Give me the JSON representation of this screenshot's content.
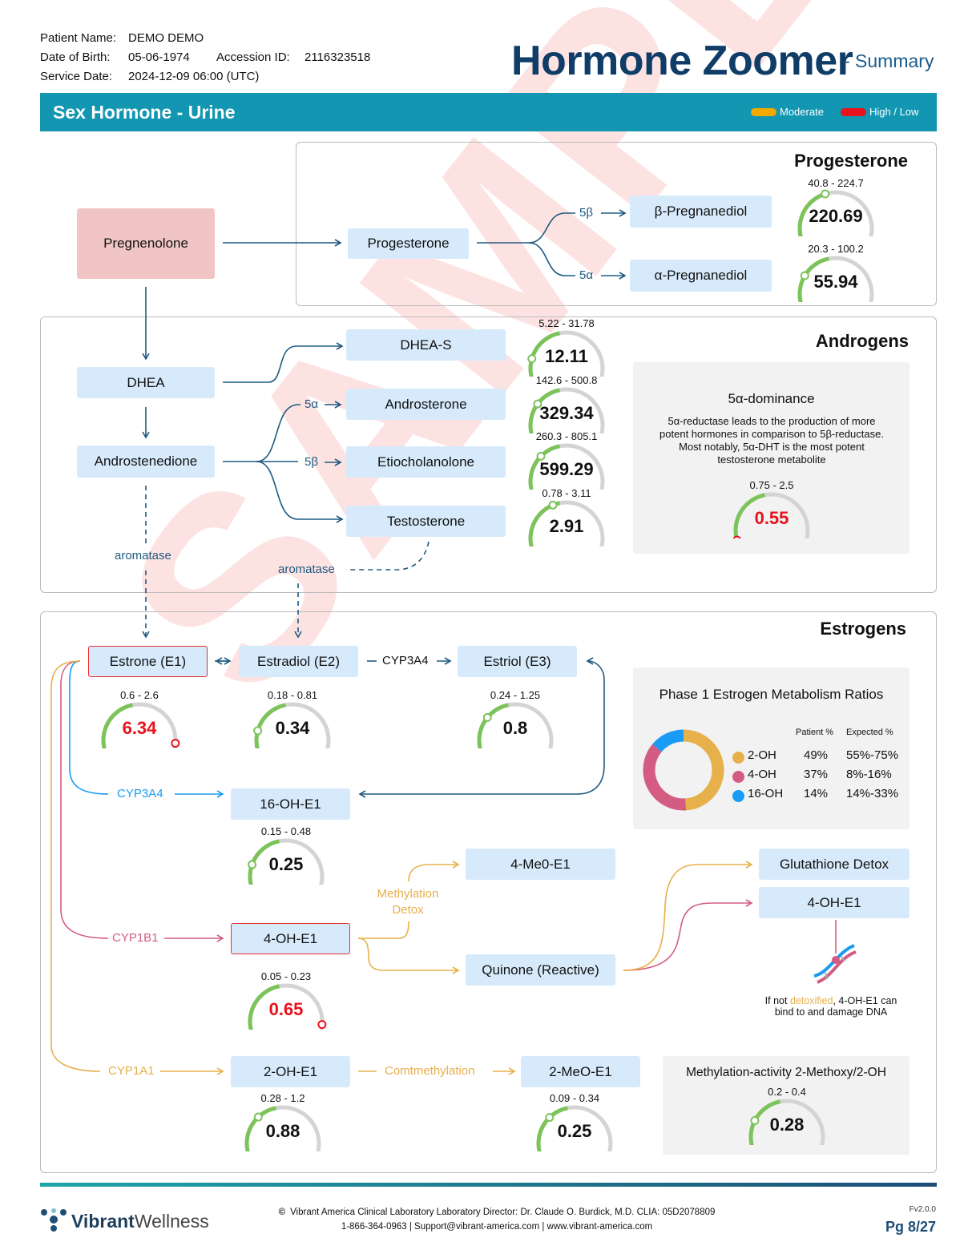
{
  "header": {
    "patient_name_label": "Patient Name:",
    "patient_name": "DEMO DEMO",
    "dob_label": "Date of Birth:",
    "dob": "05-06-1974",
    "accession_label": "Accession ID:",
    "accession": "2116323518",
    "service_label": "Service Date:",
    "service_date": "2024-12-09 06:00 (UTC)",
    "title": "Hormone Zoomer",
    "subtitle": "- Summary"
  },
  "banner": {
    "title": "Sex Hormone - Urine",
    "legend": [
      {
        "label": "Moderate",
        "color": "#f2a900"
      },
      {
        "label": "High / Low",
        "color": "#e8111c"
      }
    ]
  },
  "sections": {
    "progesterone": "Progesterone",
    "androgens": "Androgens",
    "estrogens": "Estrogens"
  },
  "nodes": {
    "pregnenolone": "Pregnenolone",
    "progesterone": "Progesterone",
    "b_pregnanediol": "β-Pregnanediol",
    "a_pregnanediol": "α-Pregnanediol",
    "dhea": "DHEA",
    "androstenedione": "Androstenedione",
    "dhea_s": "DHEA-S",
    "androsterone": "Androsterone",
    "etiocholanolone": "Etiocholanolone",
    "testosterone": "Testosterone",
    "estrone": "Estrone (E1)",
    "estradiol": "Estradiol (E2)",
    "estriol": "Estriol (E3)",
    "oh16_e1": "16-OH-E1",
    "meo4_e1": "4-Me0-E1",
    "glutathione": "Glutathione Detox",
    "oh4_e1_right": "4-OH-E1",
    "oh4_e1": "4-OH-E1",
    "quinone": "Quinone (Reactive)",
    "oh2_e1": "2-OH-E1",
    "meo2_e1": "2-MeO-E1"
  },
  "labels": {
    "five_beta": "5β",
    "five_alpha": "5α",
    "aromatase": "aromatase",
    "cyp3a4": "CYP3A4",
    "cyp1b1": "CYP1B1",
    "cyp1a1": "CYP1A1",
    "methylation_detox_1": "Methylation",
    "methylation_detox_2": "Detox",
    "comtmethylation": "Comtmethylation",
    "dna_note_1": "If not ",
    "dna_note_detox": "detoxified",
    "dna_note_2": ", 4-OH-E1 can",
    "dna_note_3": "bind to and damage DNA"
  },
  "gauges": {
    "b_pregnanediol": {
      "range": "40.8 - 224.7",
      "low": 40.8,
      "high": 224.7,
      "value": "220.69"
    },
    "a_pregnanediol": {
      "range": "20.3 - 100.2",
      "low": 20.3,
      "high": 100.2,
      "value": "55.94"
    },
    "dhea_s": {
      "range": "5.22 - 31.78",
      "low": 5.22,
      "high": 31.78,
      "value": "12.11"
    },
    "androsterone": {
      "range": "142.6 - 500.8",
      "low": 142.6,
      "high": 500.8,
      "value": "329.34"
    },
    "etiocholanolone": {
      "range": "260.3 - 805.1",
      "low": 260.3,
      "high": 805.1,
      "value": "599.29"
    },
    "testosterone": {
      "range": "0.78 - 3.11",
      "low": 0.78,
      "high": 3.11,
      "value": "2.91"
    },
    "five_a_dominance": {
      "range": "0.75 - 2.5",
      "low": 0.75,
      "high": 2.5,
      "value": "0.55"
    },
    "estrone": {
      "range": "0.6 - 2.6",
      "low": 0.6,
      "high": 2.6,
      "value": "6.34"
    },
    "estradiol": {
      "range": "0.18 - 0.81",
      "low": 0.18,
      "high": 0.81,
      "value": "0.34"
    },
    "estriol": {
      "range": "0.24 - 1.25",
      "low": 0.24,
      "high": 1.25,
      "value": "0.8"
    },
    "oh16_e1": {
      "range": "0.15 - 0.48",
      "low": 0.15,
      "high": 0.48,
      "value": "0.25"
    },
    "oh4_e1": {
      "range": "0.05 - 0.23",
      "low": 0.05,
      "high": 0.23,
      "value": "0.65"
    },
    "oh2_e1": {
      "range": "0.28 - 1.2",
      "low": 0.28,
      "high": 1.2,
      "value": "0.88"
    },
    "meo2_e1": {
      "range": "0.09 - 0.34",
      "low": 0.09,
      "high": 0.34,
      "value": "0.25"
    },
    "methylation_activity": {
      "range": "0.2 - 0.4",
      "low": 0.2,
      "high": 0.4,
      "value": "0.28"
    }
  },
  "dominance_panel": {
    "title": "5α-dominance",
    "text": "5α-reductase leads to the production of more potent hormones in comparison to 5β-reductase. Most notably, 5α-DHT is the most potent testosterone metabolite"
  },
  "methylation_panel": {
    "title": "Methylation-activity 2-Methoxy/2-OH"
  },
  "chart_data": {
    "type": "pie",
    "title": "Phase 1 Estrogen Metabolism Ratios",
    "columns": [
      "Patient %",
      "Expected %"
    ],
    "rows": [
      {
        "label": "2-OH",
        "patient": "49%",
        "expected": "55%-75%",
        "value": 49,
        "color": "#e6b04a"
      },
      {
        "label": "4-OH",
        "patient": "37%",
        "expected": "8%-16%",
        "value": 37,
        "color": "#d45b82"
      },
      {
        "label": "16-OH",
        "patient": "14%",
        "expected": "14%-33%",
        "value": 14,
        "color": "#1a9bf5"
      }
    ]
  },
  "watermark": "SAMPLE",
  "footer": {
    "logo_text_bold": "Vibrant",
    "logo_text_light": "Wellness",
    "copyright_icon": "©",
    "line1": "Vibrant America Clinical Laboratory Laboratory Director: Dr. Claude O. Burdick, M.D. CLIA: 05D2078809",
    "line2": "1-866-364-0963 | Support@vibrant-america.com | www.vibrant-america.com",
    "version": "Fv2.0.0",
    "page": "Pg 8/27"
  }
}
